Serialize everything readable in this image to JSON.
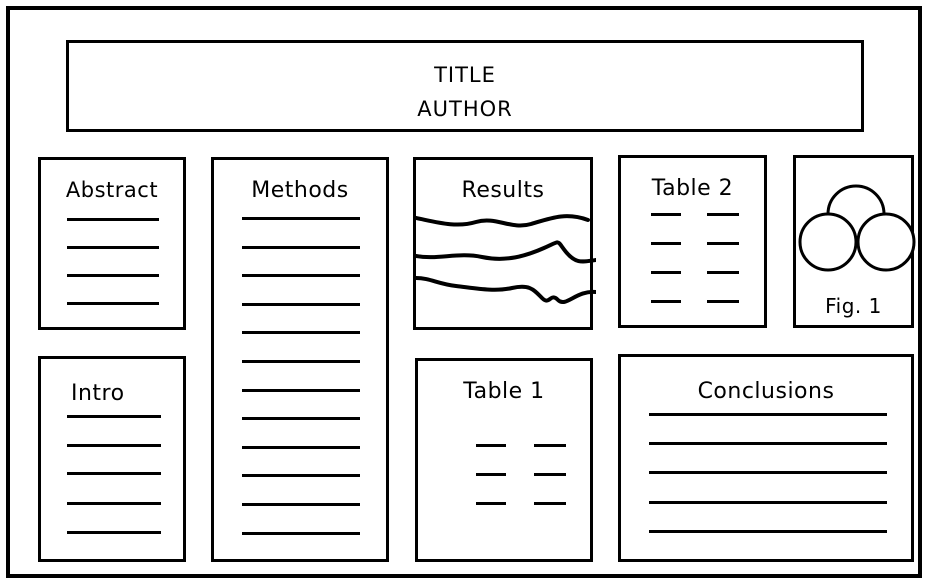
{
  "header": {
    "title": "TITLE",
    "author": "AUTHOR"
  },
  "sections": {
    "abstract": "Abstract",
    "methods": "Methods",
    "results": "Results",
    "table2": "Table 2",
    "figure": "Fig. 1",
    "intro": "Intro",
    "table1": "Table 1",
    "conclusions": "Conclusions"
  }
}
